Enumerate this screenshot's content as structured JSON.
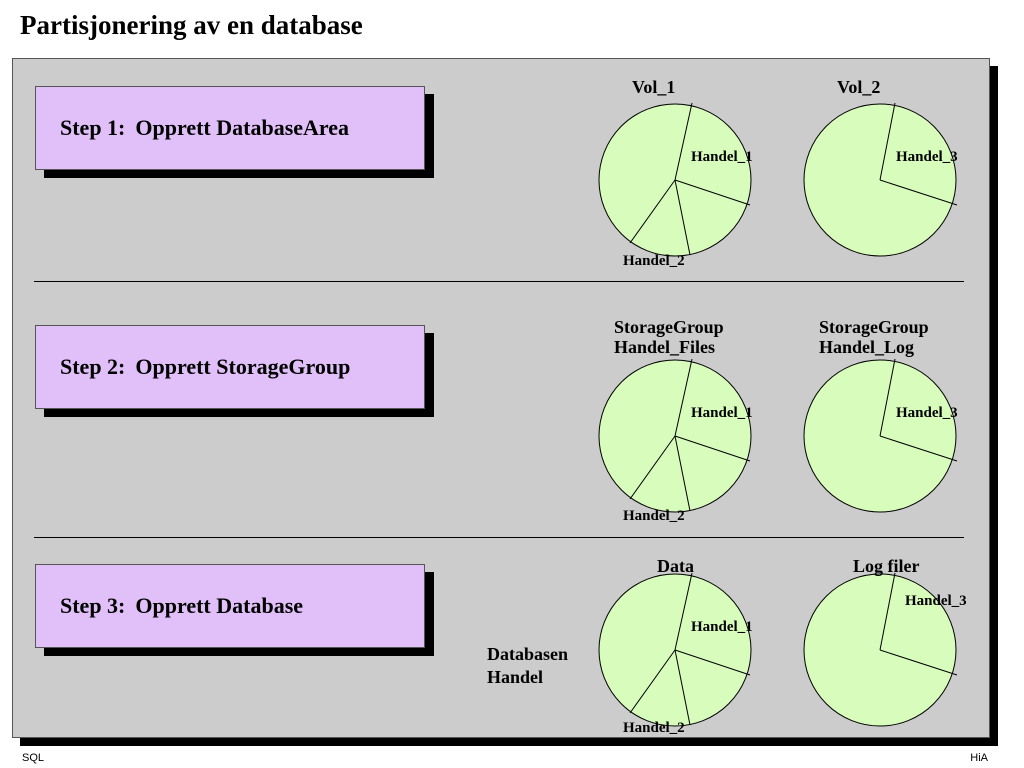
{
  "title": "Partisjonering av en database",
  "footer": {
    "left": "SQL",
    "right": "HiA"
  },
  "steps": [
    {
      "number": "Step 1:",
      "text": "Opprett DatabaseArea",
      "left_title": [
        "Vol_1"
      ],
      "right_title": [
        "Vol_2"
      ],
      "slices": [
        "Handel_1",
        "Handel_2",
        "Handel_3"
      ]
    },
    {
      "number": "Step 2:",
      "text": "Opprett StorageGroup",
      "left_title": [
        "StorageGroup",
        "Handel_Files"
      ],
      "right_title": [
        "StorageGroup",
        "Handel_Log"
      ],
      "slices": [
        "Handel_1",
        "Handel_2",
        "Handel_3"
      ]
    },
    {
      "number": "Step 3:",
      "text": "Opprett Database",
      "left_title": [
        "Data"
      ],
      "right_title": [
        "Log filer"
      ],
      "slices": [
        "Handel_1",
        "Handel_2",
        "Handel_3"
      ],
      "database_label": [
        "Databasen",
        "Handel"
      ]
    }
  ],
  "colors": {
    "panel": "#cccccc",
    "step_box": "#e1bff9",
    "pie_fill": "#d8fcbc"
  }
}
